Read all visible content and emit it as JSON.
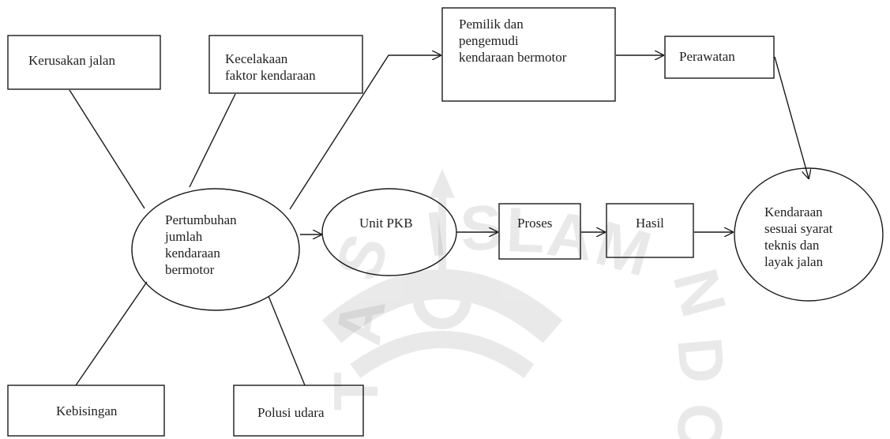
{
  "watermark": {
    "text": "UNIVERSITAS ISLAM INDONESIA",
    "color": "#9a9a9a"
  },
  "nodes": {
    "kerusakan_jalan": "Kerusakan jalan",
    "kecelakaan_faktor_kendaraan": [
      "Kecelakaan",
      "faktor kendaraan"
    ],
    "pemilik_pengemudi": [
      "Pemilik dan",
      "pengemudi",
      "kendaraan bermotor"
    ],
    "perawatan": "Perawatan",
    "pertumbuhan": [
      "Pertumbuhan",
      "jumlah",
      "kendaraan",
      "bermotor"
    ],
    "unit_pkb": "Unit PKB",
    "proses": "Proses",
    "hasil": "Hasil",
    "kendaraan_sesuai": [
      "Kendaraan",
      "sesuai syarat",
      "teknis dan",
      "layak jalan"
    ],
    "kebisingan": "Kebisingan",
    "polusi_udara": "Polusi udara"
  },
  "colors": {
    "line": "#1a1a1a",
    "text": "#222222"
  }
}
